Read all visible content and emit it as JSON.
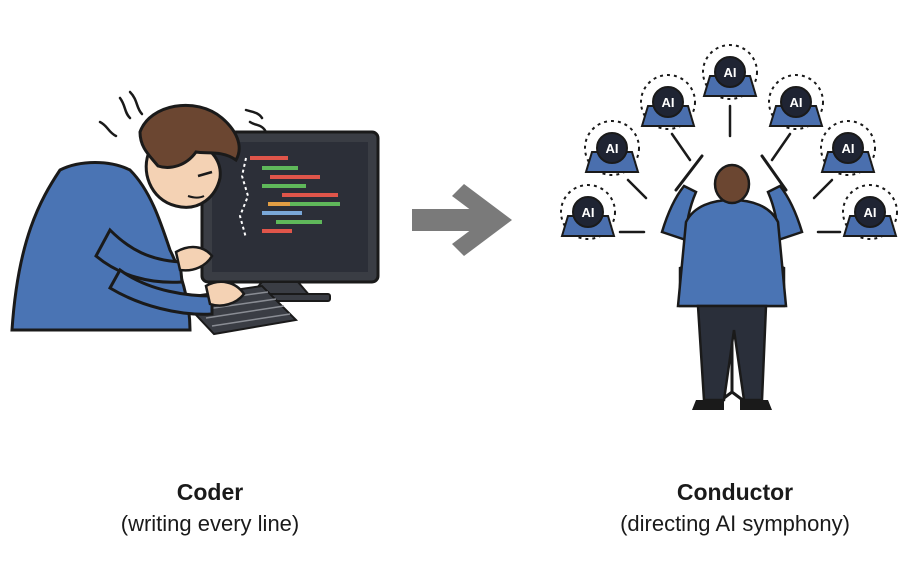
{
  "left": {
    "title": "Coder",
    "subtitle": "(writing every line)"
  },
  "right": {
    "title": "Conductor",
    "subtitle": "(directing AI symphony)",
    "robot_label": "AI",
    "robot_count": 7
  },
  "colors": {
    "shirt": "#4a74b4",
    "hair": "#6b4631",
    "skin": "#f4d2b4",
    "screen": "#2c2f38",
    "arrow": "#7a7a7a",
    "robot_body": "#4a6fae",
    "robot_head": "#1f2433",
    "pants": "#2a2f3a"
  },
  "icons": {
    "arrow": "arrow-right-icon",
    "robot": "ai-robot-icon",
    "baton": "baton-icon"
  }
}
